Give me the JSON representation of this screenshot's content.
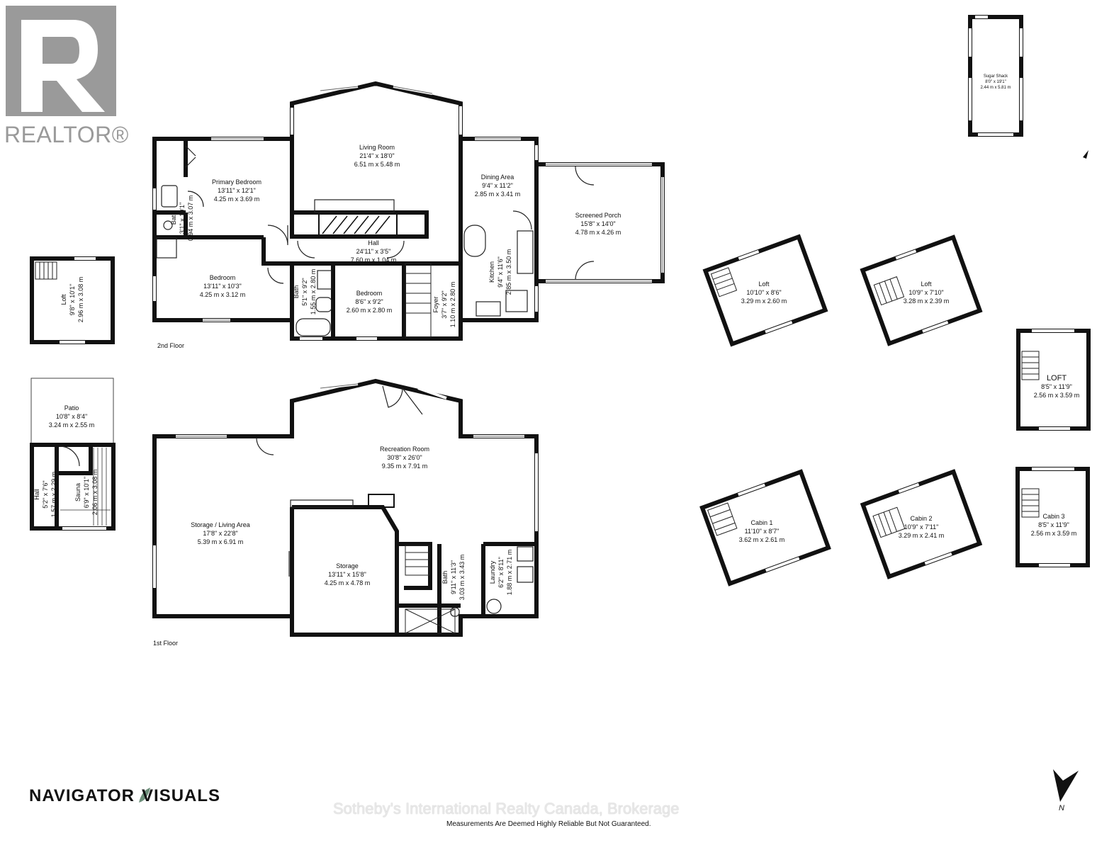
{
  "branding": {
    "realtor_word": "REALTOR®",
    "navigator_left": "NAVIGATOR",
    "navigator_right": "VISUALS",
    "watermark": "Sotheby's International Realty Canada, Brokerage",
    "disclaimer": "Measurements Are Deemed Highly Reliable But Not Guaranteed.",
    "north_label": "N"
  },
  "floors": {
    "second": "2nd Floor",
    "first": "1st Floor"
  },
  "rooms": {
    "living_room": {
      "name": "Living Room",
      "imp": "21'4\" x 18'0\"",
      "met": "6.51 m x 5.48 m"
    },
    "primary_bedroom": {
      "name": "Primary Bedroom",
      "imp": "13'11\" x 12'1\"",
      "met": "4.25 m x 3.69 m"
    },
    "bath_upper_left": {
      "name": "Bath",
      "imp": "3'1\" x 10'1\"",
      "met": "0.94 m x 3.07 m"
    },
    "dining_area": {
      "name": "Dining Area",
      "imp": "9'4\" x 11'2\"",
      "met": "2.85 m x 3.41 m"
    },
    "screened_porch": {
      "name": "Screened Porch",
      "imp": "15'8\" x 14'0\"",
      "met": "4.78 m x 4.26 m"
    },
    "hall_upper": {
      "name": "Hall",
      "imp": "24'11\" x 3'5\"",
      "met": "7.60 m x 1.04 m"
    },
    "kitchen": {
      "name": "Kitchen",
      "imp": "9'4\" x 11'6\"",
      "met": "2.85 m x 3.50 m"
    },
    "bedroom_2": {
      "name": "Bedroom",
      "imp": "13'11\" x 10'3\"",
      "met": "4.25 m x 3.12 m"
    },
    "bath_upper_mid": {
      "name": "Bath",
      "imp": "5'1\" x 9'2\"",
      "met": "1.55 m x 2.80 m"
    },
    "bedroom_3": {
      "name": "Bedroom",
      "imp": "8'6\" x 9'2\"",
      "met": "2.60 m x 2.80 m"
    },
    "foyer": {
      "name": "Foyer",
      "imp": "3'7\" x 9'2\"",
      "met": "1.10 m x 2.80 m"
    },
    "loft_left": {
      "name": "Loft",
      "imp": "9'8\" x 10'1\"",
      "met": "2.96 m x 3.08 m"
    },
    "patio": {
      "name": "Patio",
      "imp": "10'8\" x 8'4\"",
      "met": "3.24 m x 2.55 m"
    },
    "hall_sauna": {
      "name": "Hall",
      "imp": "5'2\" x 7'6\"",
      "met": "1.57 m x 2.29 m"
    },
    "sauna": {
      "name": "Sauna",
      "imp": "6'9\" x 10'1\"",
      "met": "2.06 m x 3.08 m"
    },
    "recreation_room": {
      "name": "Recreation Room",
      "imp": "30'8\" x 26'0\"",
      "met": "9.35 m x 7.91 m"
    },
    "storage_living": {
      "name": "Storage / Living Area",
      "imp": "17'8\" x 22'8\"",
      "met": "5.39 m x 6.91 m"
    },
    "storage": {
      "name": "Storage",
      "imp": "13'11\" x 15'8\"",
      "met": "4.25 m x 4.78 m"
    },
    "bath_lower": {
      "name": "Bath",
      "imp": "9'11\" x 11'3\"",
      "met": "3.03 m x 3.43 m"
    },
    "laundry": {
      "name": "Laundry",
      "imp": "6'2\" x 8'11\"",
      "met": "1.88 m x 2.71 m"
    },
    "sugar_shack": {
      "name": "Sugar Shack",
      "imp": "8'0\" x 19'1\"",
      "met": "2.44 m x 5.81 m"
    },
    "loft_a": {
      "name": "Loft",
      "imp": "10'10\" x 8'6\"",
      "met": "3.29 m x 2.60 m"
    },
    "loft_b": {
      "name": "Loft",
      "imp": "10'9\" x 7'10\"",
      "met": "3.28 m x 2.39 m"
    },
    "loft_c": {
      "name": "LOFT",
      "imp": "8'5\" x 11'9\"",
      "met": "2.56 m x 3.59 m"
    },
    "cabin_1": {
      "name": "Cabin 1",
      "imp": "11'10\" x 8'7\"",
      "met": "3.62 m x 2.61 m"
    },
    "cabin_2": {
      "name": "Cabin 2",
      "imp": "10'9\" x 7'11\"",
      "met": "3.29 m x 2.41 m"
    },
    "cabin_3": {
      "name": "Cabin 3",
      "imp": "8'5\" x 11'9\"",
      "met": "2.56 m x 3.59 m"
    }
  }
}
